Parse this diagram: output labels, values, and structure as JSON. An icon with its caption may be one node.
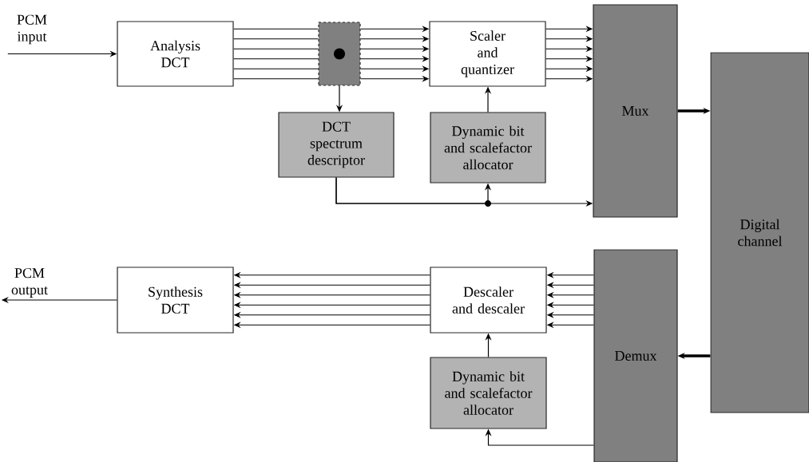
{
  "diagram": {
    "nodes": [
      {
        "text": [
          "Analysis DCT"
        ]
      },
      {
        "text": [],
        "shape": "box"
      },
      {
        "text": [
          "Scaler and quantizer"
        ]
      },
      {
        "text": [
          "DCT spectrum descriptor"
        ]
      },
      {
        "text": [
          "Dynamic bit and scalefactor allocator"
        ]
      },
      {
        "text": [
          "Mux"
        ]
      },
      {
        "text": [
          "Digital channel"
        ]
      },
      {
        "text": [
          "Synthesis DCT"
        ]
      },
      {
        "text": [
          "Descaler and descaler"
        ]
      },
      {
        "text": [
          "Dynamic bit and scalefactor allocator"
        ]
      },
      {
        "text": [
          "Demux"
        ]
      },
      {
        "text": [
          "PCM input"
        ]
      },
      {
        "text": [
          "PCM output"
        ]
      }
    ],
    "edges": [
      {
        "from": 11,
        "to": 0,
        "arrow": "to"
      },
      {
        "from": 0,
        "to": 1,
        "arrow": "none"
      },
      {
        "from": 0,
        "to": 1,
        "arrow": "none"
      },
      {
        "from": 0,
        "to": 1,
        "arrow": "none"
      },
      {
        "from": 0,
        "to": 1,
        "arrow": "none"
      },
      {
        "from": 0,
        "to": 1,
        "arrow": "none"
      },
      {
        "from": 0,
        "to": 1,
        "arrow": "none"
      },
      {
        "from": 1,
        "to": 2,
        "arrow": "to"
      },
      {
        "from": 1,
        "to": 2,
        "arrow": "to"
      },
      {
        "from": 1,
        "to": 2,
        "arrow": "to"
      },
      {
        "from": 1,
        "to": 2,
        "arrow": "to"
      },
      {
        "from": 1,
        "to": 2,
        "arrow": "to"
      },
      {
        "from": 1,
        "to": 2,
        "arrow": "to"
      },
      {
        "from": 1,
        "to": 3,
        "arrow": "to"
      },
      {
        "from": 2,
        "to": 5,
        "arrow": "to"
      },
      {
        "from": 2,
        "to": 5,
        "arrow": "to"
      },
      {
        "from": 2,
        "to": 5,
        "arrow": "to"
      },
      {
        "from": 2,
        "to": 5,
        "arrow": "to"
      },
      {
        "from": 2,
        "to": 5,
        "arrow": "to"
      },
      {
        "from": 2,
        "to": 5,
        "arrow": "to"
      },
      {
        "from": 4,
        "to": 2,
        "arrow": "to"
      },
      {
        "from": 3,
        "to": 5,
        "arrow": "to"
      },
      {
        "from": 3,
        "to": 4,
        "arrow": "to"
      },
      {
        "from": 5,
        "to": 6,
        "arrow": "to",
        "style": "thick"
      },
      {
        "from": 6,
        "to": 10,
        "arrow": "to",
        "style": "thick"
      },
      {
        "from": 10,
        "to": 8,
        "arrow": "to"
      },
      {
        "from": 10,
        "to": 8,
        "arrow": "to"
      },
      {
        "from": 10,
        "to": 8,
        "arrow": "to"
      },
      {
        "from": 10,
        "to": 8,
        "arrow": "to"
      },
      {
        "from": 10,
        "to": 8,
        "arrow": "to"
      },
      {
        "from": 10,
        "to": 8,
        "arrow": "to"
      },
      {
        "from": 8,
        "to": 7,
        "arrow": "to"
      },
      {
        "from": 8,
        "to": 7,
        "arrow": "to"
      },
      {
        "from": 8,
        "to": 7,
        "arrow": "to"
      },
      {
        "from": 8,
        "to": 7,
        "arrow": "to"
      },
      {
        "from": 8,
        "to": 7,
        "arrow": "to"
      },
      {
        "from": 8,
        "to": 7,
        "arrow": "to"
      },
      {
        "from": 9,
        "to": 8,
        "arrow": "to"
      },
      {
        "from": 10,
        "to": 9,
        "arrow": "to"
      },
      {
        "from": 7,
        "to": 12,
        "arrow": "to"
      }
    ]
  }
}
